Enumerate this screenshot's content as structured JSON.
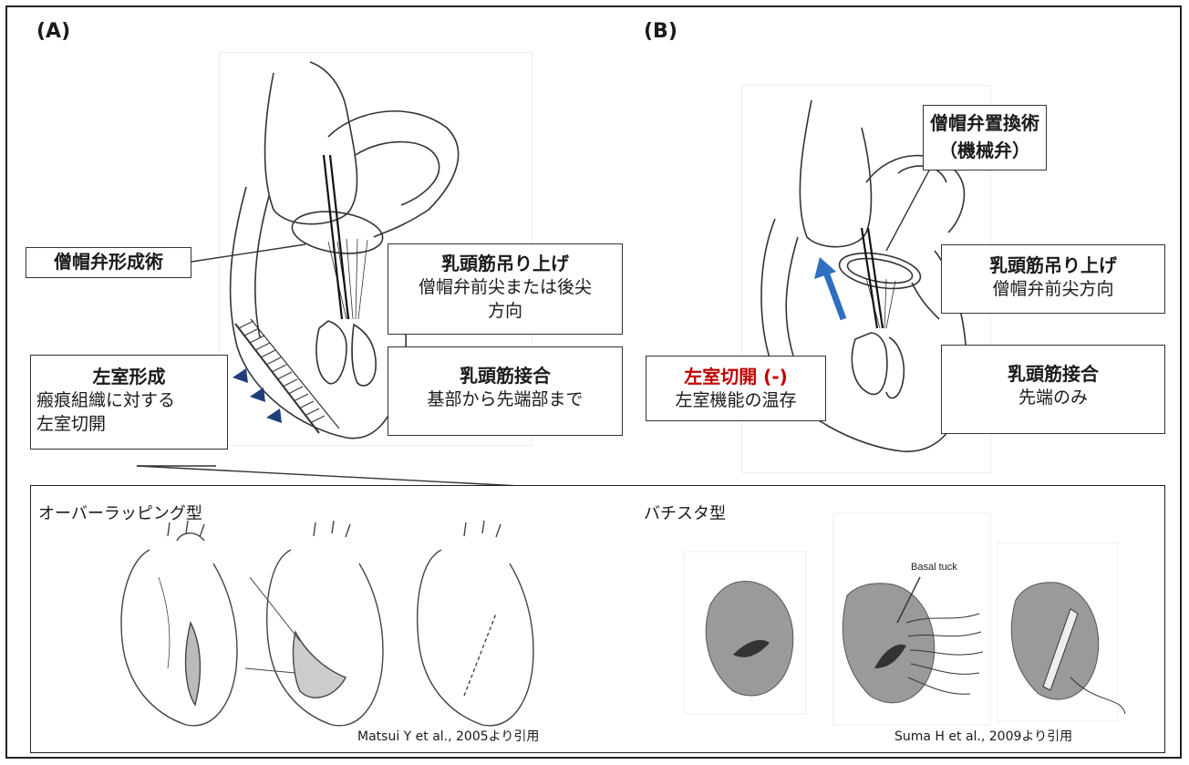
{
  "panels": {
    "a": {
      "label": "(A)",
      "mitral_plasty": "僧帽弁形成術",
      "pm_suspension_title": "乳頭筋吊り上げ",
      "pm_suspension_line1": "僧帽弁前尖または後尖",
      "pm_suspension_line2": "方向",
      "lv_plasty_title": "左室形成",
      "lv_plasty_line1": "瘢痕組織に対する",
      "lv_plasty_line2": "左室切開",
      "pm_approx_title": "乳頭筋接合",
      "pm_approx_sub": "基部から先端部まで"
    },
    "b": {
      "label": "(B)",
      "mvr_line1": "僧帽弁置換術",
      "mvr_line2": "（機械弁）",
      "pm_suspension_title": "乳頭筋吊り上げ",
      "pm_suspension_sub": "僧帽弁前尖方向",
      "lv_incision_title": "左室切開 (-)",
      "lv_incision_sub": "左室機能の温存",
      "pm_approx_title": "乳頭筋接合",
      "pm_approx_sub": "先端のみ"
    }
  },
  "lower": {
    "overlap_title": "オーバーラッピング型",
    "batista_title": "バチスタ型",
    "basal_tuck_label": "Basal tuck",
    "cite_left": "Matsui Y et al., 2005より引用",
    "cite_right": "Suma H et al., 2009より引用"
  },
  "colors": {
    "arrow_blue": "#2e6fc0",
    "marker_navy": "#1f3f7a",
    "red_text": "#c00000"
  }
}
